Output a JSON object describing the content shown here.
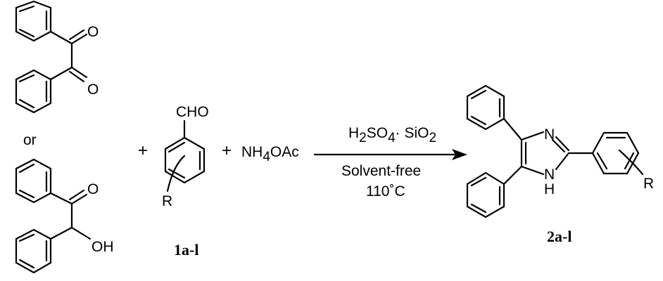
{
  "reactants": {
    "diketone": {
      "o_top": "O",
      "o_bottom": "O"
    },
    "separator_or": "or",
    "hydroxyketone": {
      "o_label": "O",
      "oh_label": "OH"
    },
    "aldehyde": {
      "cho_label": "CHO",
      "r_label": "R",
      "compound_label": "1a-l"
    },
    "reagent": {
      "prefix": "NH",
      "sub": "4",
      "suffix": "OAc"
    }
  },
  "plus_signs": [
    "+",
    "+"
  ],
  "conditions": {
    "catalyst": {
      "p1": "H",
      "s1": "2",
      "p2": "SO",
      "s2": "4",
      "p3": "· SiO",
      "s3": "2"
    },
    "solvent": "Solvent-free",
    "temperature": "110˚C"
  },
  "product": {
    "n_label": "N",
    "nh_n": "N",
    "nh_h": "H",
    "r_label": "R",
    "compound_label": "2a-l"
  }
}
